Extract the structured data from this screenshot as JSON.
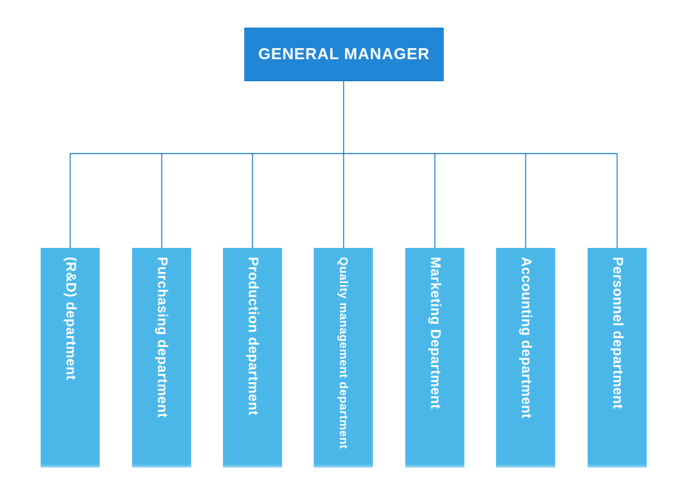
{
  "chart": {
    "type": "org-chart",
    "root": {
      "label": "GENERAL MANAGER"
    },
    "departments": [
      {
        "label": "(R&D) department"
      },
      {
        "label": "Purchasing department"
      },
      {
        "label": "Production department"
      },
      {
        "label": "Quality management department"
      },
      {
        "label": "Marketing Department"
      },
      {
        "label": "Accounting department"
      },
      {
        "label": "Personnel department"
      }
    ],
    "colors": {
      "root_fill": "#2286d6",
      "dept_fill": "#4ab7e8",
      "connector": "#1a7cc2",
      "text": "#ffffff",
      "background": "#ffffff"
    }
  }
}
